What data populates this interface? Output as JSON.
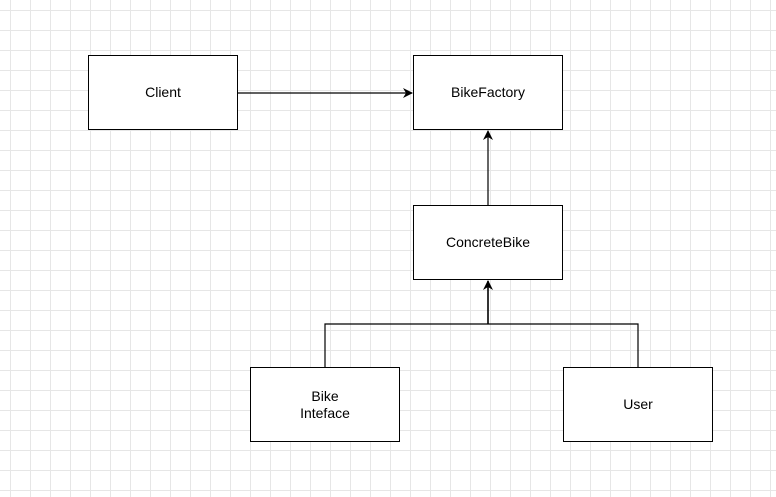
{
  "diagram": {
    "nodes": {
      "client": {
        "label": "Client"
      },
      "bike_factory": {
        "label": "BikeFactory"
      },
      "concrete_bike": {
        "label": "ConcreteBike"
      },
      "bike_interface": {
        "label": "Bike\nInteface"
      },
      "user": {
        "label": "User"
      }
    },
    "edges": [
      {
        "from": "Client",
        "to": "BikeFactory",
        "arrow": "open-triangle"
      },
      {
        "from": "ConcreteBike",
        "to": "BikeFactory",
        "arrow": "open-triangle"
      },
      {
        "from": "Bike\nInteface",
        "to": "ConcreteBike",
        "arrow": "open-triangle"
      },
      {
        "from": "User",
        "to": "ConcreteBike",
        "arrow": "open-triangle"
      }
    ],
    "colors": {
      "stroke": "#000000",
      "node_fill": "#ffffff",
      "grid": "#e6e6e6",
      "background": "#ffffff"
    }
  }
}
